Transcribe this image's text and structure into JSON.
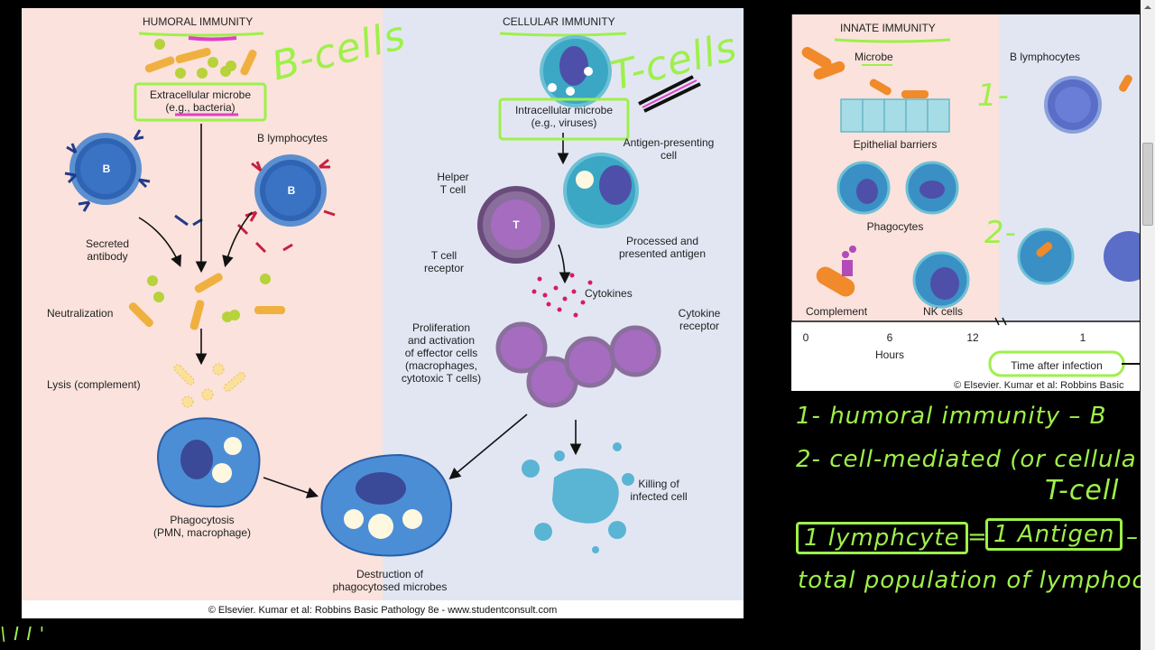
{
  "main_figure": {
    "humoral_header": "HUMORAL IMMUNITY",
    "cellular_header": "CELLULAR IMMUNITY",
    "extracellular_label": "Extracellular microbe\n(e.g., bacteria)",
    "intracellular_label": "Intracellular microbe\n(e.g., viruses)",
    "b_lymphocytes_label": "B lymphocytes",
    "secreted_antibody_label": "Secreted\nantibody",
    "neutralization_label": "Neutralization",
    "lysis_label": "Lysis (complement)",
    "phagocytosis_label": "Phagocytosis\n(PMN, macrophage)",
    "destruction_label": "Destruction of\nphagocytosed microbes",
    "helper_t_label": "Helper\nT cell",
    "t_cell_receptor_label": "T cell\nreceptor",
    "apc_label": "Antigen-presenting\ncell",
    "processed_antigen_label": "Processed and\npresented antigen",
    "cytokines_label": "Cytokines",
    "cytokine_receptor_label": "Cytokine\nreceptor",
    "proliferation_label": "Proliferation\nand activation\nof effector cells\n(macrophages,\ncytotoxic T cells)",
    "killing_label": "Killing of\ninfected cell",
    "b_cell_letter": "B",
    "t_cell_letter": "T",
    "credit": "© Elsevier. Kumar et al: Robbins Basic Pathology 8e - www.studentconsult.com",
    "annotation_bcells": "B-cells",
    "annotation_tcells": "T-cells"
  },
  "right_figure": {
    "innate_header": "INNATE IMMUNITY",
    "microbe_label": "Microbe",
    "b_lymphocytes_label": "B lymphocytes",
    "epithelial_label": "Epithelial barriers",
    "phagocytes_label": "Phagocytes",
    "complement_label": "Complement",
    "nk_label": "NK cells",
    "axis_ticks": [
      "0",
      "6",
      "12",
      "1"
    ],
    "hours_label": "Hours",
    "time_label": "Time after infection",
    "credit": "© Elsevier. Kumar et al: Robbins Basic",
    "annotation_1": "1-",
    "annotation_2": "2-"
  },
  "notes": {
    "line1": "1- humoral immunity – B",
    "line2": "2- cell-mediated (or cellula",
    "line3": "T-cell",
    "box1": "1 lymphcyte",
    "equals": "=",
    "box2": "1 Antigen",
    "dash": "–",
    "line5": "total population of lymphoc"
  },
  "bottom_left_marks": "\\ I I '",
  "colors": {
    "humoral_bg": "#fbe2dc",
    "cellular_bg": "#e2e6f3",
    "highlight_green": "#9ef04a",
    "marker_pink": "#e040c8"
  }
}
